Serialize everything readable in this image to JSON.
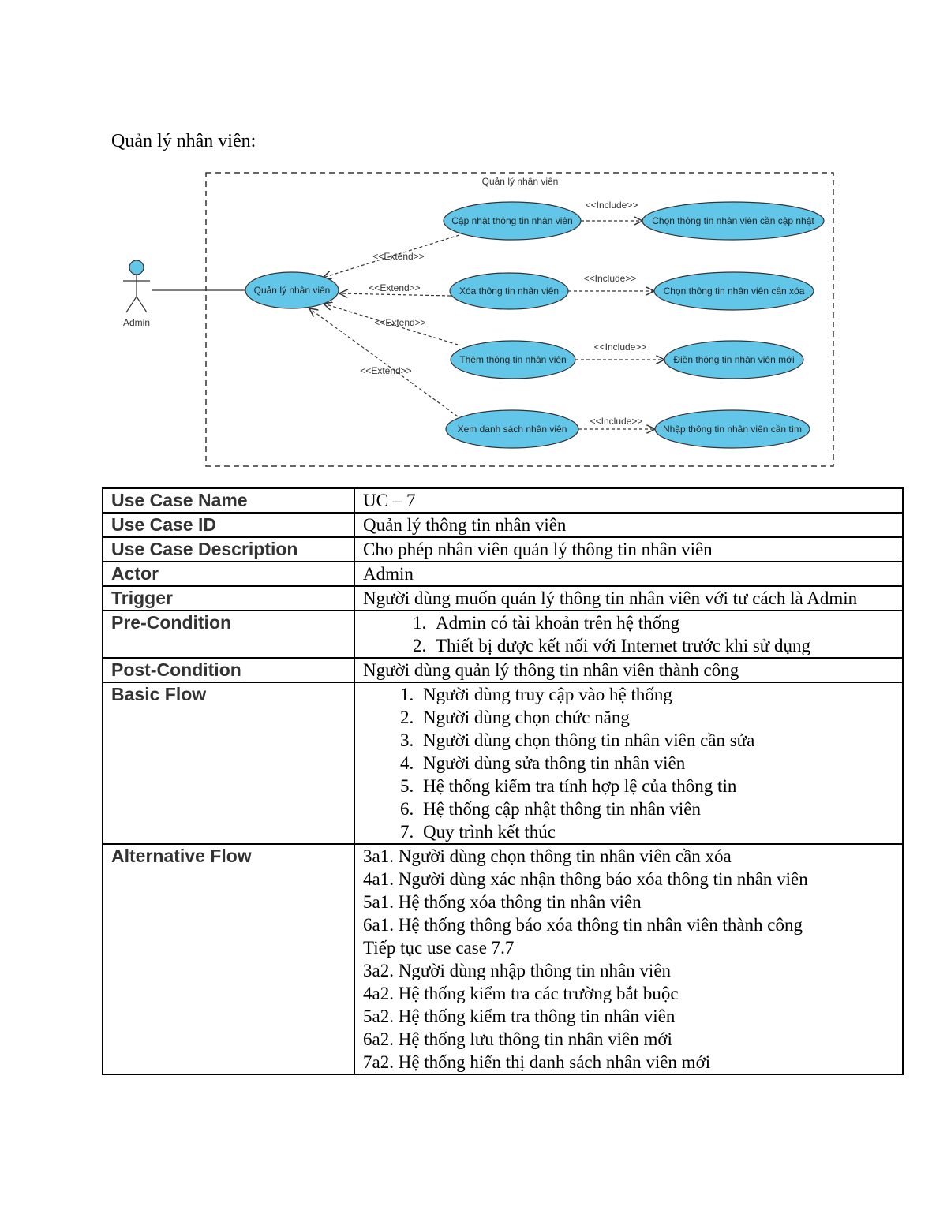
{
  "heading": "Quản lý nhân viên:",
  "diagram": {
    "boundary_title": "Quản lý nhân viên",
    "actor": "Admin",
    "main_use_case": "Quản lý nhân viên",
    "extend_label": "<<Extend>>",
    "include_label": "<<Include>>",
    "extensions": [
      {
        "name": "Cập nhật thông tin nhân viên",
        "included": "Chọn thông tin nhân viên cần cập nhật"
      },
      {
        "name": "Xóa thông tin nhân viên",
        "included": "Chọn thông tin nhân viên cần xóa"
      },
      {
        "name": "Thêm thông tin nhân viên",
        "included": "Điền thông tin nhân viên mới"
      },
      {
        "name": "Xem danh sách nhân viên",
        "included": "Nhập thông tin nhân viên cần tìm"
      }
    ],
    "ellipse_color": "#62C6E8"
  },
  "table": {
    "rows": {
      "name": {
        "label": "Use Case Name",
        "value": "UC – 7"
      },
      "id": {
        "label": "Use Case ID",
        "value": "Quản lý thông tin nhân viên"
      },
      "description": {
        "label": "Use Case Description",
        "value": "Cho phép nhân viên quản lý thông tin nhân viên"
      },
      "actor": {
        "label": "Actor",
        "value": "Admin"
      },
      "trigger": {
        "label": "Trigger",
        "value": "Người dùng muốn quản lý thông tin nhân viên với tư cách là Admin"
      },
      "pre": {
        "label": "Pre-Condition",
        "items": [
          "Admin có tài khoản trên hệ thống",
          "Thiết bị được kết nối với Internet trước khi sử dụng"
        ]
      },
      "post": {
        "label": "Post-Condition",
        "value": "Người dùng quản lý thông tin nhân viên thành công"
      },
      "basic": {
        "label": "Basic Flow",
        "items": [
          "Người dùng truy cập vào hệ thống",
          "Người dùng chọn chức năng",
          "Người dùng chọn thông tin nhân viên cần sửa",
          "Người dùng sửa thông tin nhân viên",
          "Hệ thống kiểm tra tính hợp lệ của thông tin",
          "Hệ thống cập nhật thông tin nhân viên",
          "Quy trình kết thúc"
        ]
      },
      "alt": {
        "label": "Alternative Flow",
        "lines": [
          "3a1. Người dùng chọn thông tin nhân viên cần xóa",
          "4a1. Người dùng xác nhận thông báo xóa thông tin nhân viên",
          "5a1. Hệ thống xóa thông tin nhân viên",
          "6a1. Hệ thống thông báo xóa thông tin nhân viên thành công",
          "Tiếp tục use case 7.7",
          "3a2. Người dùng nhập thông tin nhân viên",
          "4a2. Hệ thống kiểm tra các trường bắt buộc",
          "5a2. Hệ thống kiểm tra thông tin nhân viên",
          "6a2. Hệ thống lưu thông tin nhân viên mới",
          "7a2. Hệ thống hiển thị danh sách nhân viên mới"
        ]
      }
    }
  }
}
